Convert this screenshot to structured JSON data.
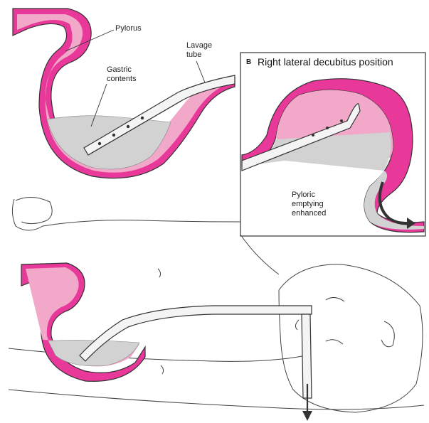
{
  "labels": {
    "pylorus": "Pylorus",
    "gastric_contents": "Gastric\ncontents",
    "lavage_tube": "Lavage\ntube",
    "pyloric_emptying": "Pyloric\nemptying\nenhanced"
  },
  "panel_b": {
    "letter": "B",
    "title": "Right lateral decubitus position"
  },
  "colors": {
    "stomach_wall": "#e8399a",
    "mucosa": "#f2a8c8",
    "fluid": "#d2d2d2",
    "tube": "#f4f4f4",
    "outline": "#333333"
  }
}
